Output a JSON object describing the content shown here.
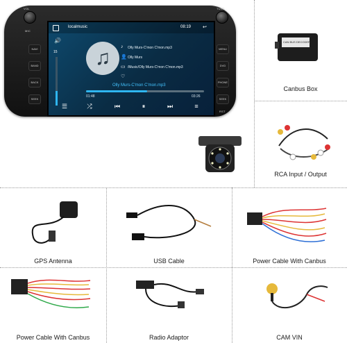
{
  "unit": {
    "left_labels": [
      "VOL",
      "MIC",
      "NAVI",
      "BAND",
      "BACK",
      "SEEK"
    ],
    "right_labels": [
      "TUNE",
      "MENU",
      "DVD",
      "PHONE",
      "SEEK",
      "RST"
    ],
    "screen": {
      "source": "localmusic",
      "clock": "08:19",
      "volume_value": "15",
      "volume_level": 0.3,
      "track_title": "Olly Murs-C'mon C'mon.mp3",
      "artist": "Olly Murs",
      "path": "/Music/Olly Murs-C'mon C'mon.mp3",
      "now_playing": "Olly Murs-C'mon C'mon.mp3",
      "elapsed": "01:48",
      "duration": "03:26",
      "progress": 0.52
    }
  },
  "captions": {
    "canbus_box": "Canbus Box",
    "rca": "RCA Input / Output",
    "gps": "GPS Antenna",
    "usb": "USB Cable",
    "power_canbus_1": "Power Cable With Canbus",
    "power_canbus_2": "Power Cable With Canbus",
    "radio_adaptor": "Radio Adaptor",
    "cam_vin": "CAM VIN"
  },
  "canbus_label": "CAN BUS DECODER",
  "colors": {
    "screen_accent": "#2fb6f0",
    "now_playing": "#44c4ff"
  }
}
